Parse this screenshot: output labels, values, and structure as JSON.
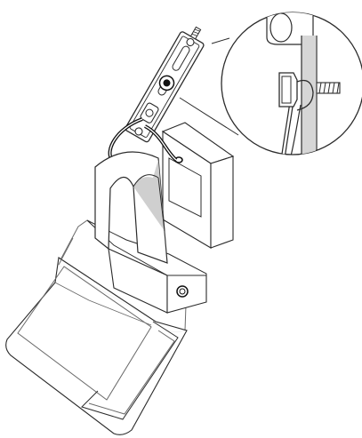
{
  "figure": {
    "caption": "",
    "colors": {
      "line": "#2b2b2b",
      "light_line": "#6a6a6a",
      "fill": "#ffffff",
      "shade": "#cfcfcf",
      "dark": "#111111"
    },
    "parts": [
      "mounting-bracket",
      "cable-loop",
      "backing-plate",
      "latch-housing",
      "translucent-enclosure",
      "detail-callout"
    ]
  }
}
